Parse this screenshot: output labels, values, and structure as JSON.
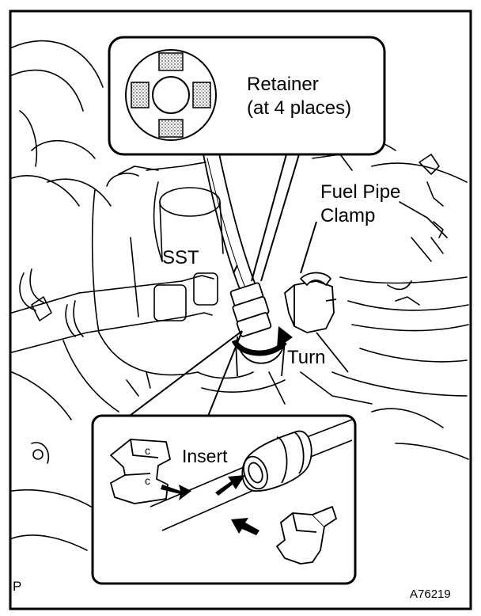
{
  "labels": {
    "retainer_line1": "Retainer",
    "retainer_line2": "(at 4 places)",
    "fuel_pipe_line1": "Fuel Pipe",
    "fuel_pipe_line2": "Clamp",
    "sst": "SST",
    "turn": "Turn",
    "insert": "Insert",
    "corner_mark": "P",
    "figure_id": "A76219",
    "clip_c_top": "c",
    "clip_c_bottom": "c"
  },
  "colors": {
    "ink": "#000000",
    "paper": "#ffffff",
    "stipple": "#8c8c8c"
  }
}
